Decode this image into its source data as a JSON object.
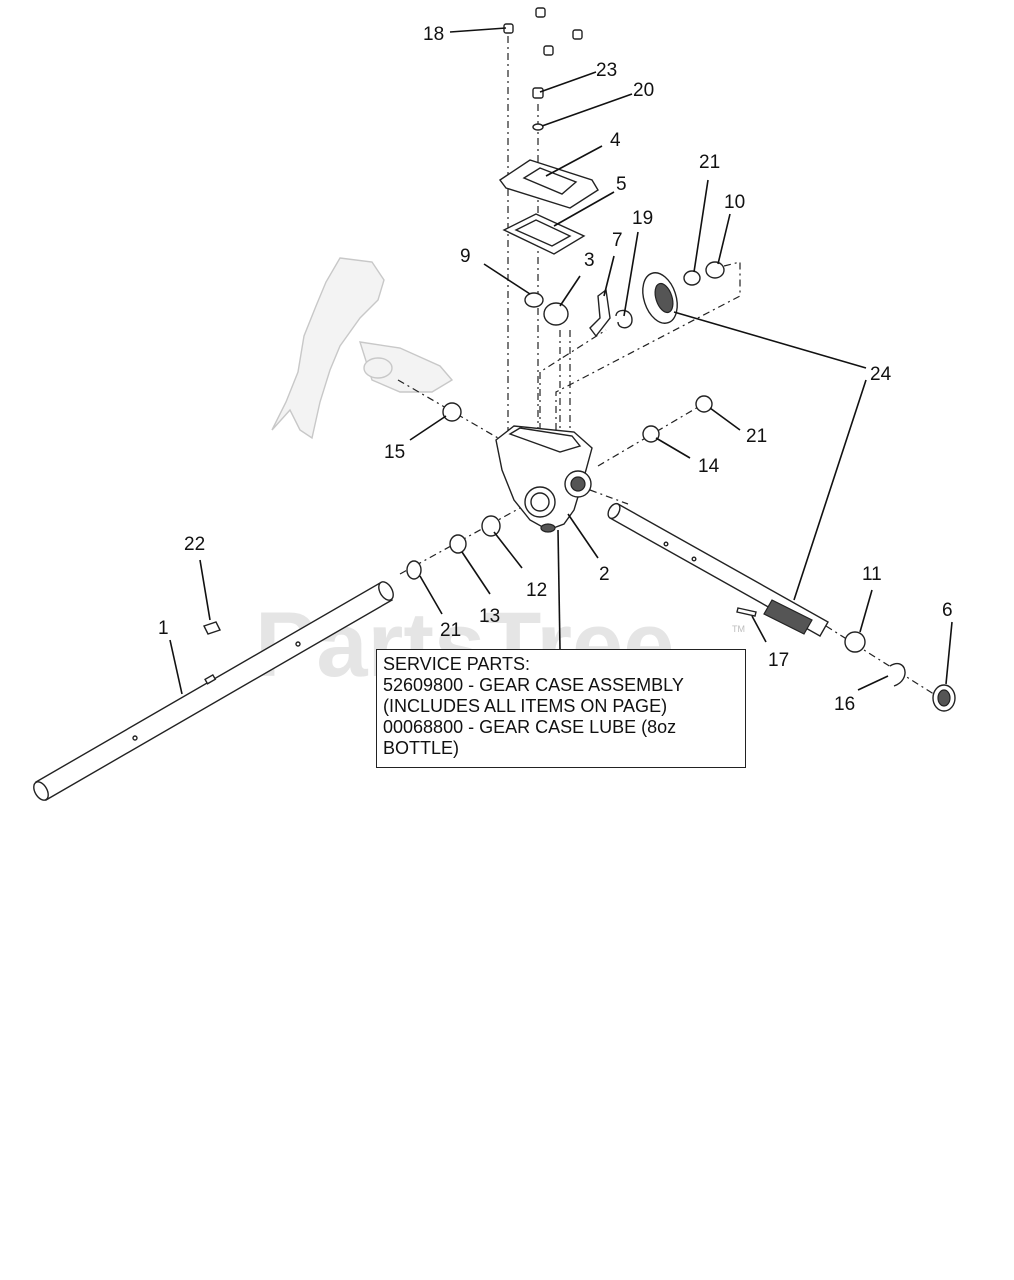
{
  "watermark": {
    "text": "PartsTree",
    "tm": "TM"
  },
  "callouts": {
    "c1": "1",
    "c2": "2",
    "c3": "3",
    "c4": "4",
    "c5": "5",
    "c6": "6",
    "c7": "7",
    "c9": "9",
    "c10": "10",
    "c11": "11",
    "c12": "12",
    "c13": "13",
    "c14": "14",
    "c15": "15",
    "c16": "16",
    "c17": "17",
    "c18": "18",
    "c19": "19",
    "c20": "20",
    "c21a": "21",
    "c21b": "21",
    "c21c": "21",
    "c22": "22",
    "c23": "23",
    "c24": "24"
  },
  "service_box": {
    "line1": "SERVICE PARTS:",
    "line2": "52609800 - GEAR CASE ASSEMBLY",
    "line3": "(INCLUDES ALL ITEMS ON PAGE)",
    "line4": "00068800 - GEAR CASE LUBE (8oz",
    "line5": "BOTTLE)"
  }
}
